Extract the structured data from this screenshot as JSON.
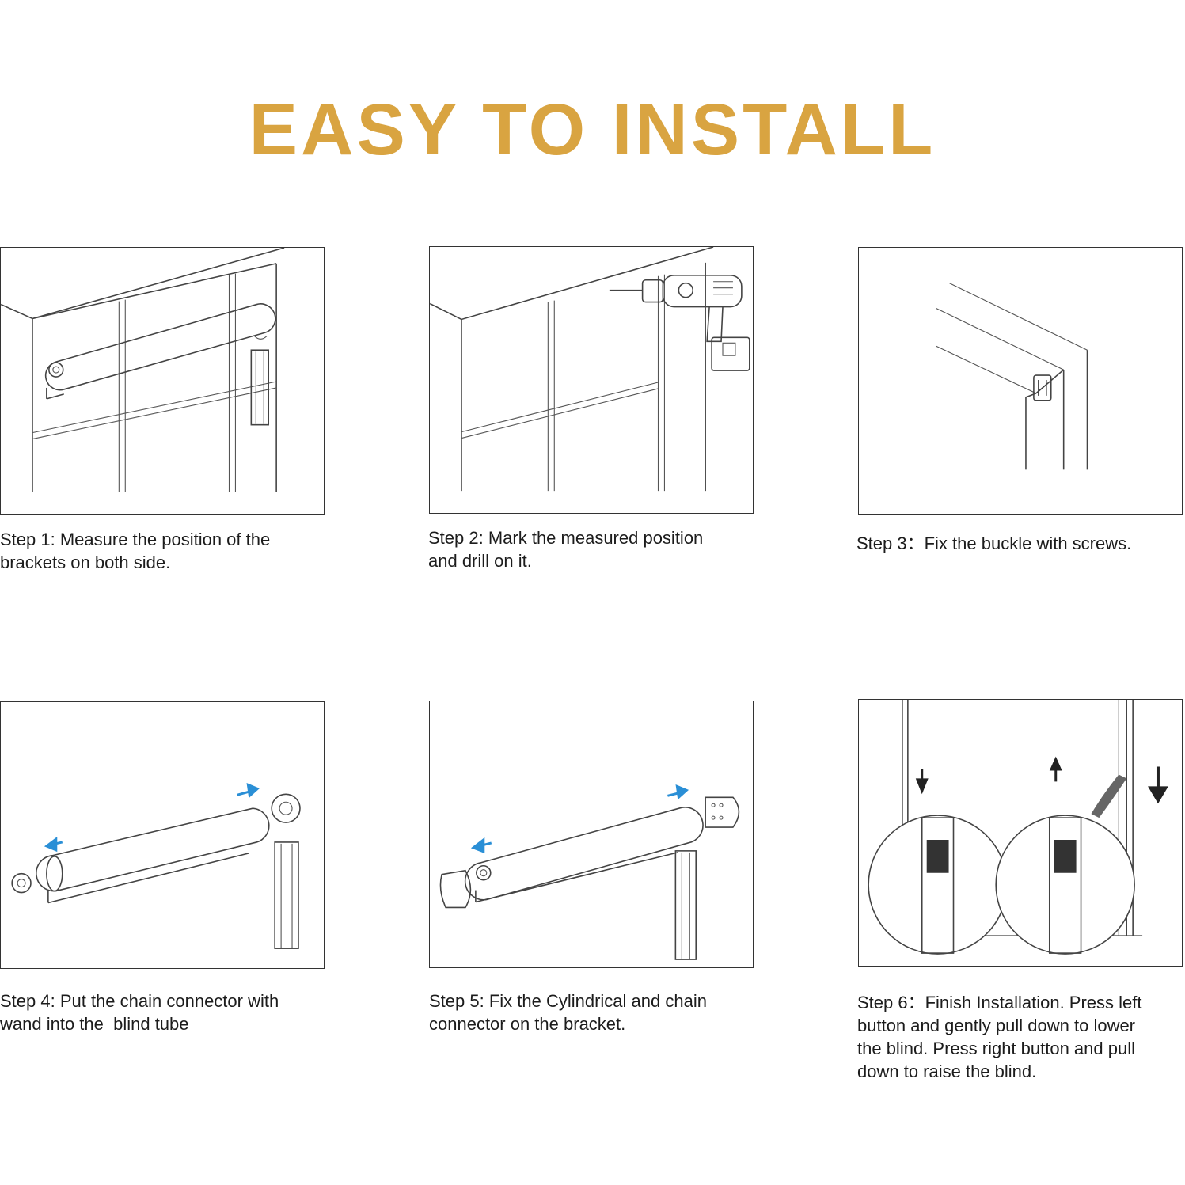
{
  "title": "EASY TO INSTALL",
  "colors": {
    "title": "#d9a441",
    "arrow": "#2a8fd6",
    "line": "#444444"
  },
  "steps": [
    {
      "caption": "Step 1: Measure the position of the\nbrackets on both side."
    },
    {
      "caption": "Step 2: Mark the measured position\nand drill on it."
    },
    {
      "caption": "Step 3：Fix the buckle with screws."
    },
    {
      "caption": "Step 4: Put the chain connector with\nwand into the  blind tube"
    },
    {
      "caption": "Step 5: Fix the Cylindrical and chain\nconnector on the bracket."
    },
    {
      "caption": "Step 6：Finish Installation. Press left\nbutton and gently pull down to lower\nthe blind. Press right button and pull\ndown to raise the blind."
    }
  ]
}
